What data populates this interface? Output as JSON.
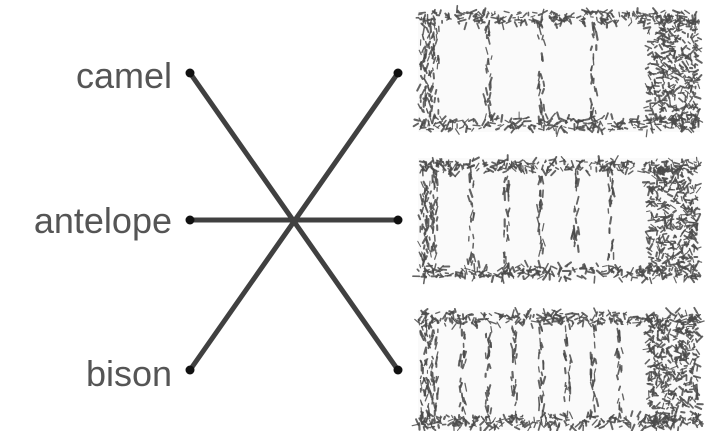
{
  "labels": [
    "camel",
    "antelope",
    "bison"
  ],
  "connections": [
    {
      "from": "camel",
      "to_pattern": 3
    },
    {
      "from": "antelope",
      "to_pattern": 2
    },
    {
      "from": "bison",
      "to_pattern": 1
    }
  ],
  "patterns": [
    {
      "index": 1,
      "stripe_count": 3
    },
    {
      "index": 2,
      "stripe_count": 5
    },
    {
      "index": 3,
      "stripe_count": 7
    }
  ],
  "colors": {
    "line": "#404040",
    "dot": "#111111",
    "label": "#555555",
    "fur": "#4a4a4a"
  }
}
